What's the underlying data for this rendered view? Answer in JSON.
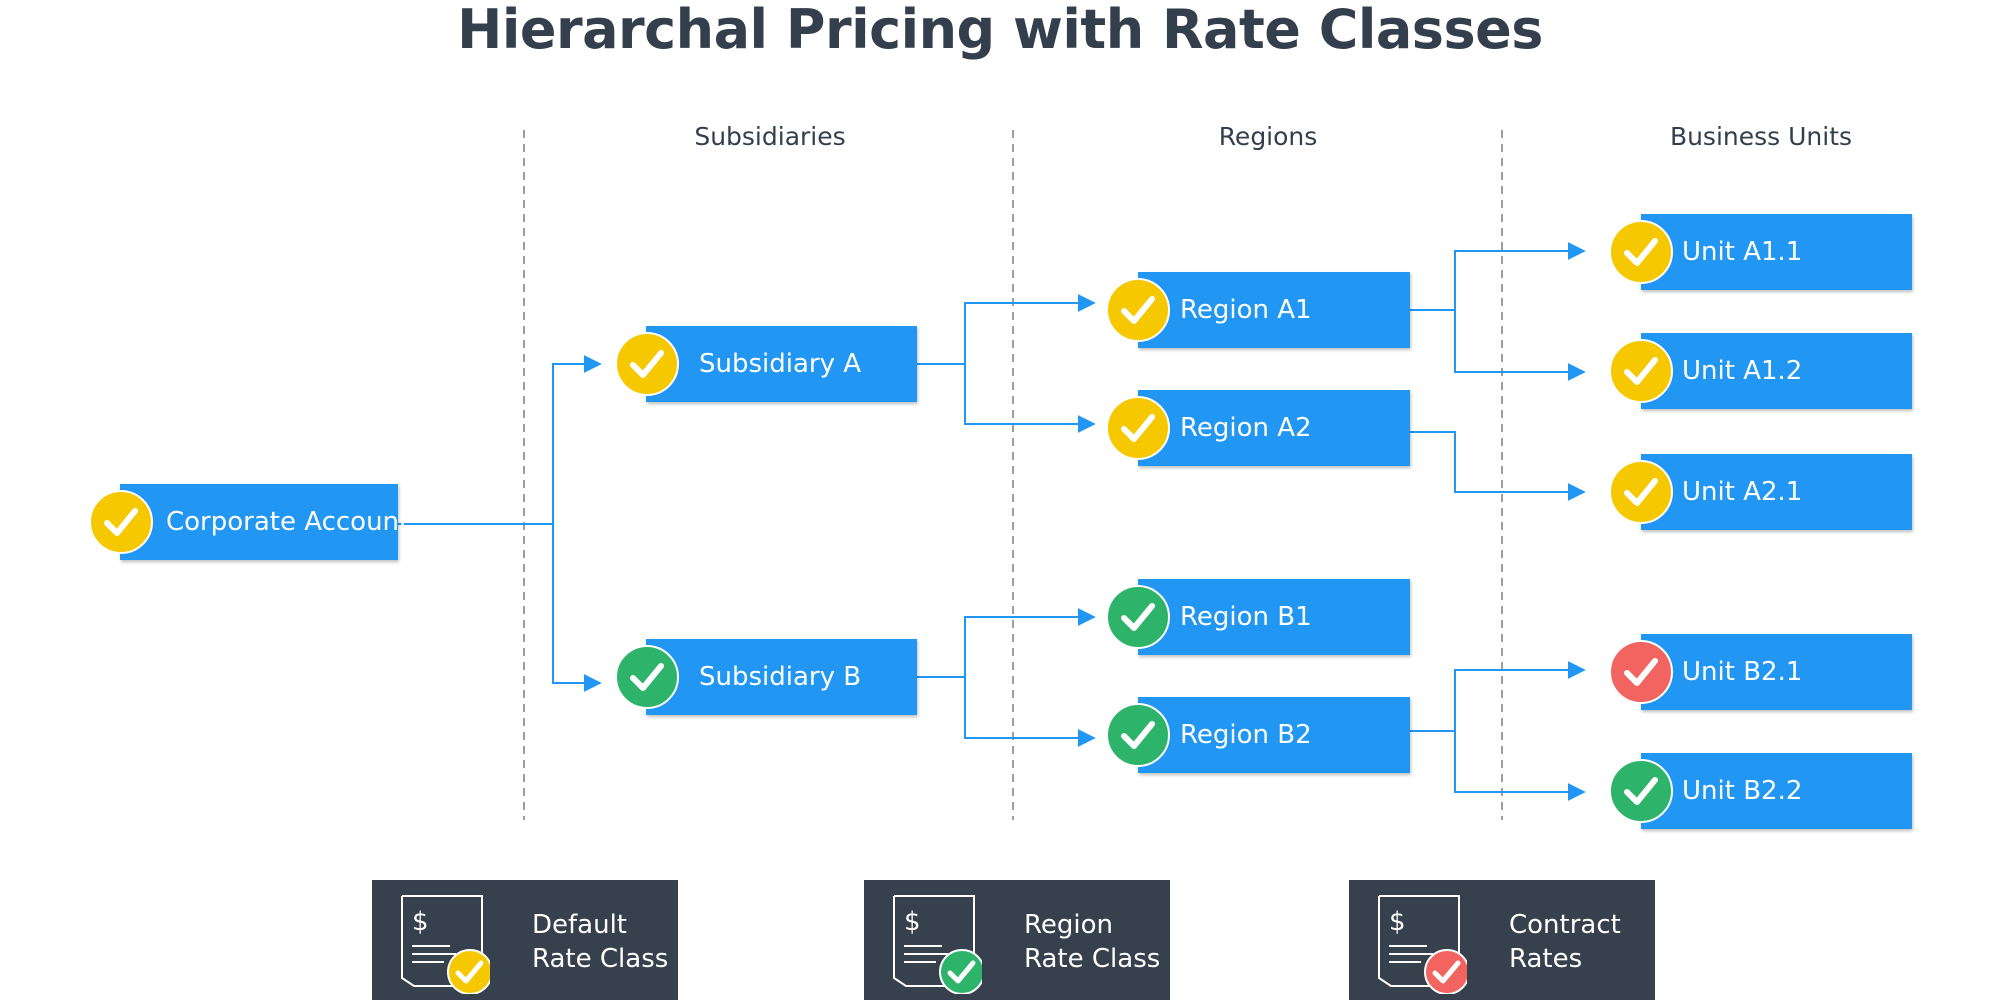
{
  "title": "Hierarchal Pricing with Rate Classes",
  "columns": [
    "Subsidiaries",
    "Regions",
    "Business Units"
  ],
  "colors": {
    "node": "#2196f3",
    "connector": "#2196f3",
    "divider": "#9e9e9e",
    "default": "#f5c800",
    "region": "#2eb36b",
    "contract": "#f2645f",
    "legend_bg": "#36414d"
  },
  "nodes": {
    "corporate": {
      "label": "Corporate Account",
      "rate": "default"
    },
    "sub_a": {
      "label": "Subsidiary A",
      "rate": "default"
    },
    "sub_b": {
      "label": "Subsidiary B",
      "rate": "region"
    },
    "reg_a1": {
      "label": "Region A1",
      "rate": "default"
    },
    "reg_a2": {
      "label": "Region A2",
      "rate": "default"
    },
    "reg_b1": {
      "label": "Region B1",
      "rate": "region"
    },
    "reg_b2": {
      "label": "Region B2",
      "rate": "region"
    },
    "unit_a11": {
      "label": "Unit A1.1",
      "rate": "default"
    },
    "unit_a12": {
      "label": "Unit A1.2",
      "rate": "default"
    },
    "unit_a21": {
      "label": "Unit A2.1",
      "rate": "default"
    },
    "unit_b21": {
      "label": "Unit B2.1",
      "rate": "contract"
    },
    "unit_b22": {
      "label": "Unit B2.2",
      "rate": "region"
    }
  },
  "legend": [
    {
      "line1": "Default",
      "line2": "Rate Class",
      "rate": "default",
      "icon": "price-document-icon"
    },
    {
      "line1": "Region",
      "line2": "Rate Class",
      "rate": "region",
      "icon": "price-document-icon"
    },
    {
      "line1": "Contract",
      "line2": "Rates",
      "rate": "contract",
      "icon": "price-document-icon"
    }
  ]
}
